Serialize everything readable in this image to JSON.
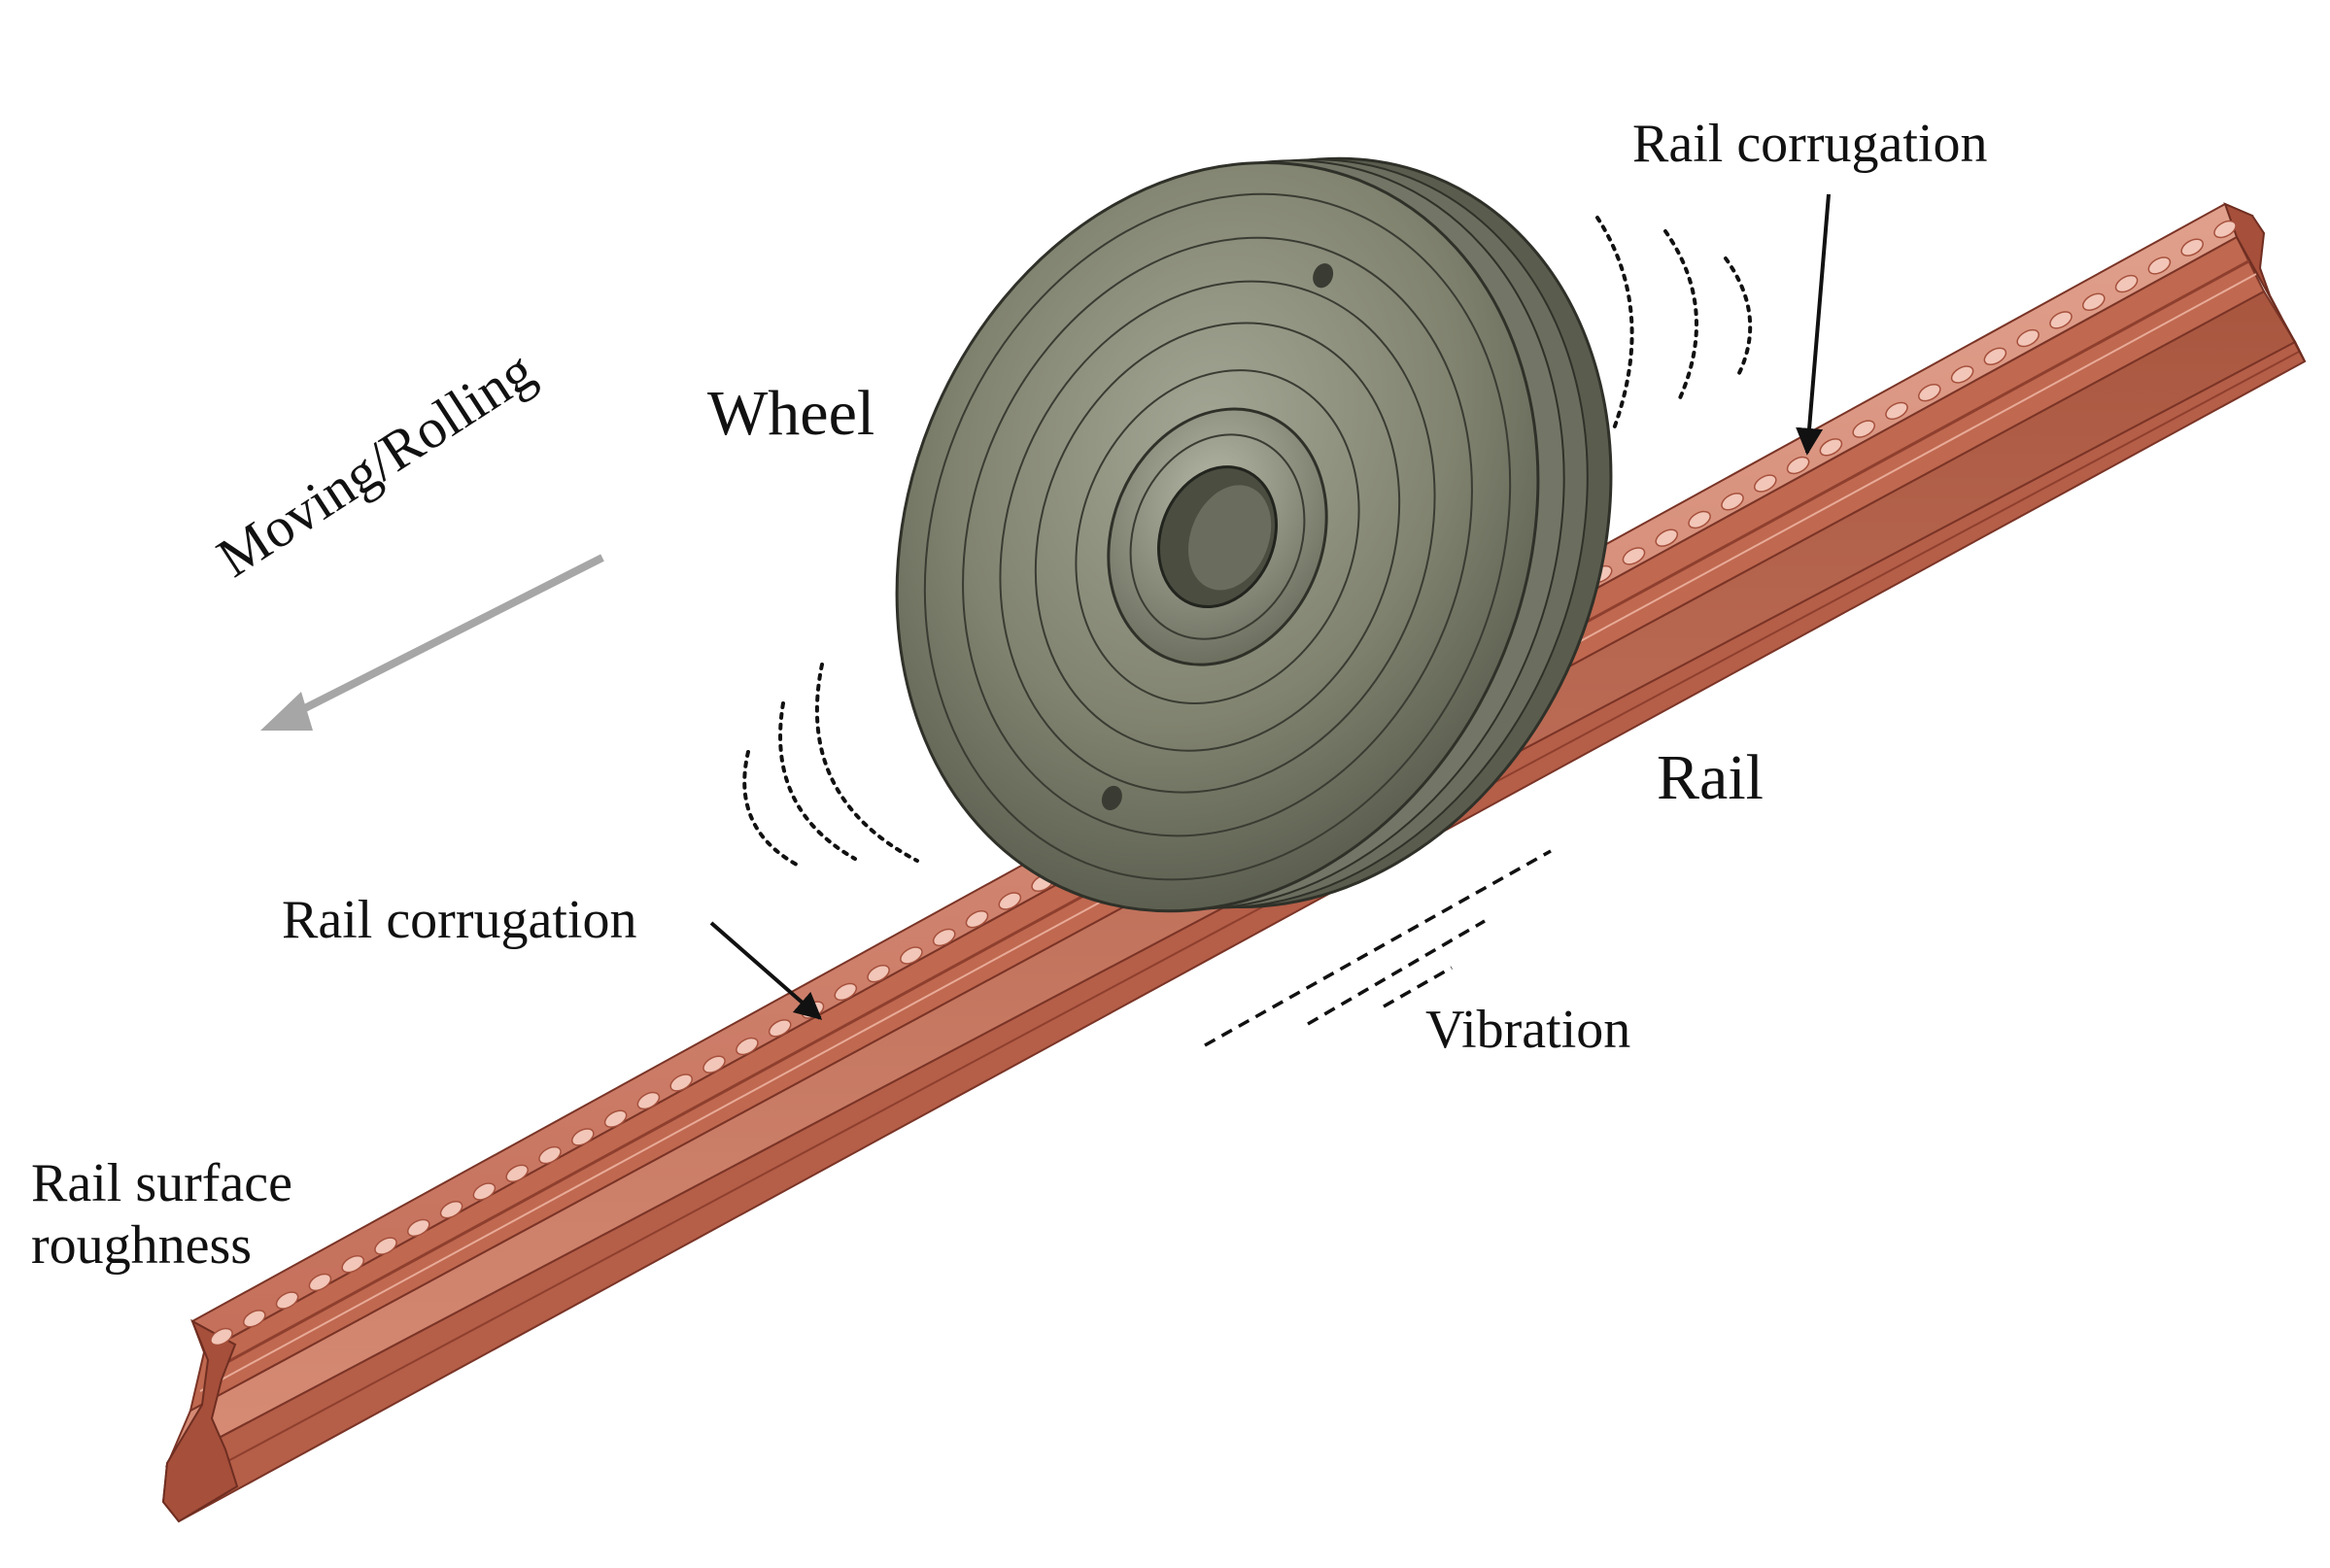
{
  "labels": {
    "wheel": "Wheel",
    "rail": "Rail",
    "rail_corrugation_top": "Rail corrugation",
    "rail_corrugation_left": "Rail corrugation",
    "vibration": "Vibration",
    "rail_surface_roughness_line1": "Rail surface",
    "rail_surface_roughness_line2": "roughness",
    "moving_rolling": "Moving/Rolling"
  },
  "colors": {
    "rail_top": "#c97a66",
    "rail_side": "#b4604b",
    "rail_dark": "#8a3f2e",
    "rail_light": "#e3a28f",
    "corrugation_spot": "#f2c6b8",
    "wheel_face": "#7c7f70",
    "wheel_dark": "#4f5246",
    "wheel_light": "#9da08f",
    "arrow_gray": "#a6a6a6",
    "text": "#111111"
  }
}
